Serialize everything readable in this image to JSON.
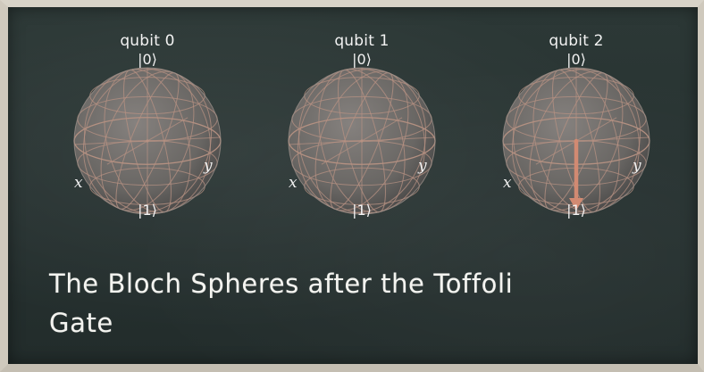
{
  "spheres": [
    {
      "title": "qubit 0",
      "ket_top": "|0⟩",
      "ket_bottom": "|1⟩",
      "axis_x": "x",
      "axis_y": "y",
      "state_vector": null
    },
    {
      "title": "qubit 1",
      "ket_top": "|0⟩",
      "ket_bottom": "|1⟩",
      "axis_x": "x",
      "axis_y": "y",
      "state_vector": null
    },
    {
      "title": "qubit 2",
      "ket_top": "|0⟩",
      "ket_bottom": "|1⟩",
      "axis_x": "x",
      "axis_y": "y",
      "state_vector": "|1⟩"
    }
  ],
  "caption_line1": "The Bloch Spheres after the Toffoli",
  "caption_line2": "Gate",
  "colors": {
    "board": "#273231",
    "sphere_fill": "#6f6b68",
    "grid": "#b79283",
    "vector": "#d28a72",
    "text": "#f2f2f2"
  }
}
